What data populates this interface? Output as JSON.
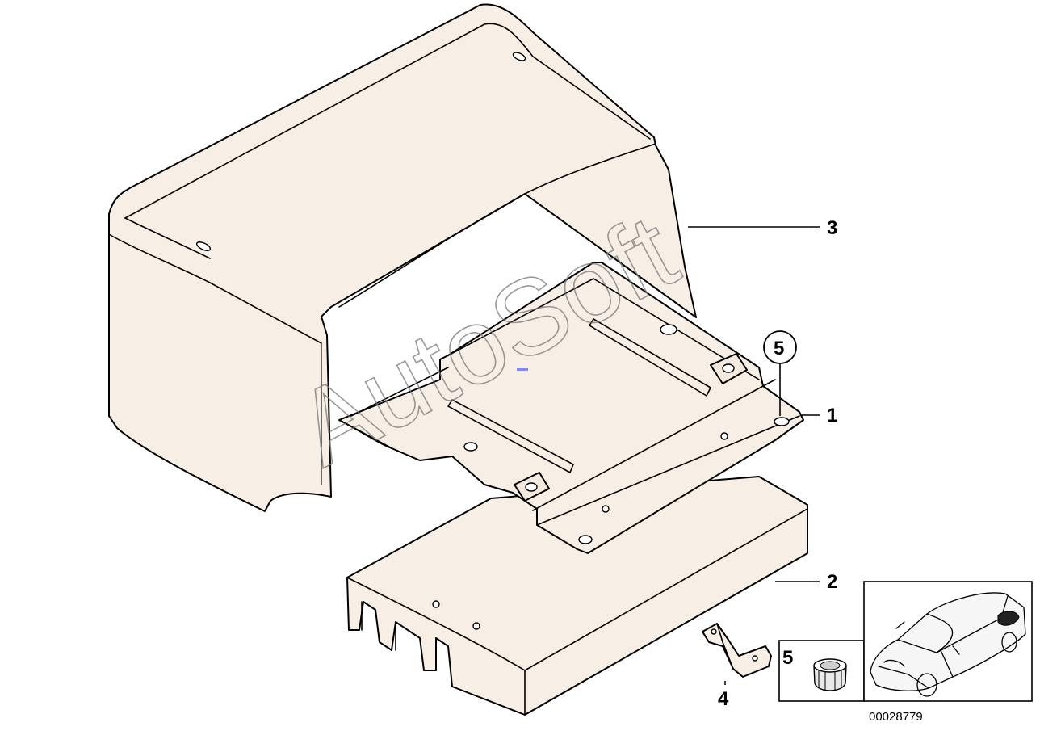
{
  "callouts": {
    "part_1": "1",
    "part_2": "2",
    "part_3": "3",
    "part_4": "4",
    "part_5_circled": "5",
    "part_5_inset": "5"
  },
  "diagram_number": "00028779",
  "watermark": "AutoSoft",
  "colors": {
    "part_fill": "#f7efe6",
    "outline": "#000000",
    "watermark": "#777777",
    "background": "#ffffff"
  },
  "icons": {
    "grommet": "cap-nut-icon",
    "vehicle": "sedan-car-icon"
  }
}
